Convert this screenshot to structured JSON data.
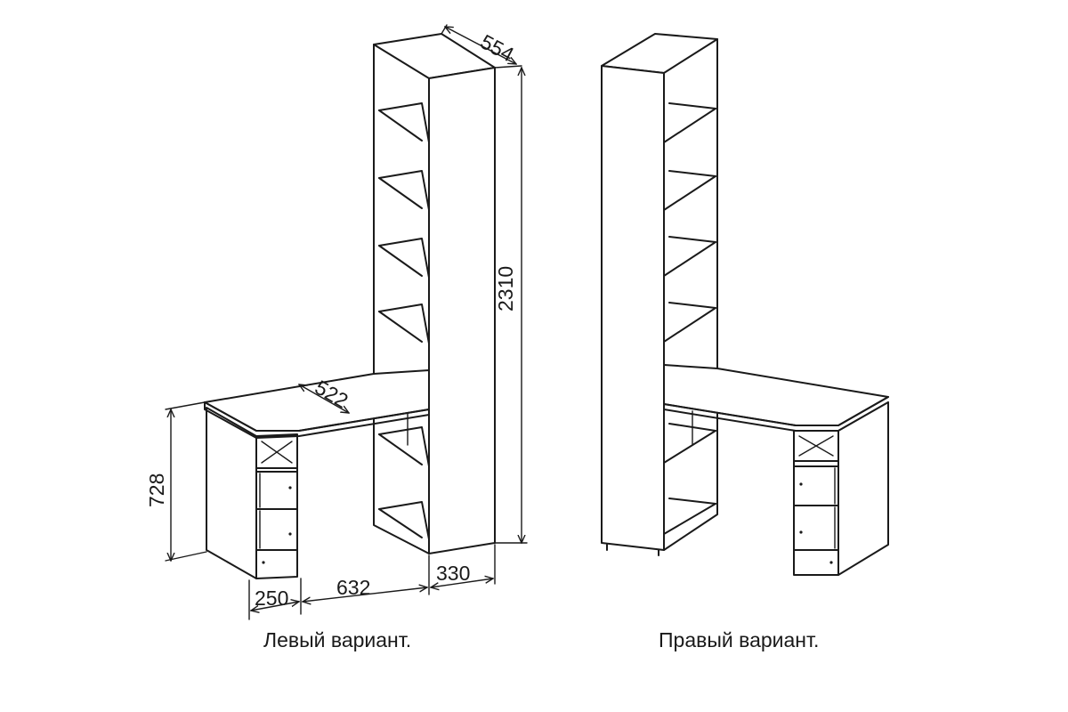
{
  "dimensions": {
    "shelf_depth": "554",
    "total_height": "2310",
    "desk_depth": "522",
    "desk_height": "728",
    "pedestal_width": "250",
    "desk_span": "632",
    "shelf_width": "330"
  },
  "captions": {
    "left_variant": "Левый вариант.",
    "right_variant": "Правый вариант."
  },
  "colors": {
    "line": "#1a1a1a",
    "background": "#ffffff"
  }
}
